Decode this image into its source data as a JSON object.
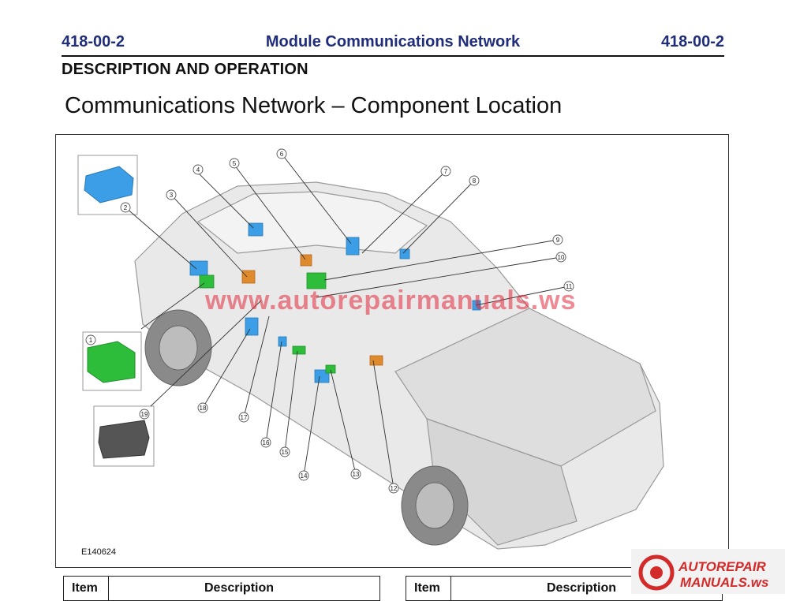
{
  "header": {
    "section_left": "418-00-2",
    "title": "Module Communications Network",
    "section_right": "418-00-2"
  },
  "section_heading": "DESCRIPTION AND OPERATION",
  "page_title": "Communications Network – Component Location",
  "figure": {
    "id": "E140624",
    "callouts": [
      "1",
      "2",
      "3",
      "4",
      "5",
      "6",
      "7",
      "8",
      "9",
      "10",
      "11",
      "12",
      "13",
      "14",
      "15",
      "16",
      "17",
      "18",
      "19"
    ]
  },
  "watermark": "www.autorepairmanuals.ws",
  "tables": {
    "left": {
      "col_item": "Item",
      "col_desc": "Description"
    },
    "right": {
      "col_item": "Item",
      "col_desc": "Description"
    }
  },
  "logo": {
    "line1": "AUTOREPAIR",
    "line2": "MANUALS.ws"
  },
  "colors": {
    "header_blue": "#1f2d7a",
    "module_blue": "#3b9ee6",
    "module_green": "#2ebd3a",
    "module_orange": "#e08a2e",
    "watermark_red": "#e1283c"
  }
}
